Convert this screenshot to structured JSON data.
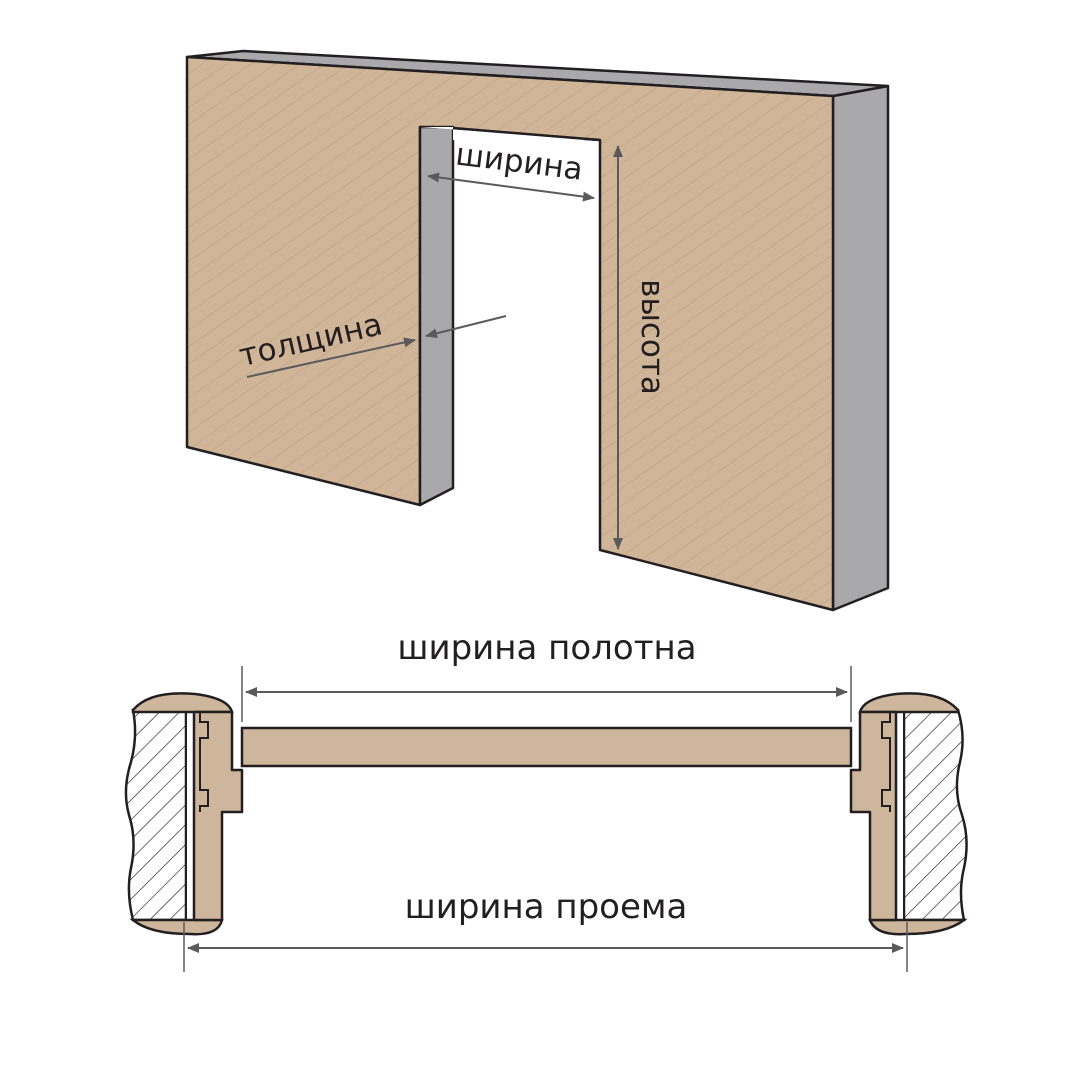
{
  "labels": {
    "width": "ширина",
    "thickness": "толщина",
    "height": "высота",
    "leaf_width": "ширина полотна",
    "opening_width": "ширина проема"
  },
  "colors": {
    "wall_face": "#d0b599",
    "wall_side": "#a9a9ab",
    "wood": "#cdb69b",
    "outline": "#231f20",
    "arrow": "#5a5a5c",
    "hatch": "#b89f83"
  }
}
